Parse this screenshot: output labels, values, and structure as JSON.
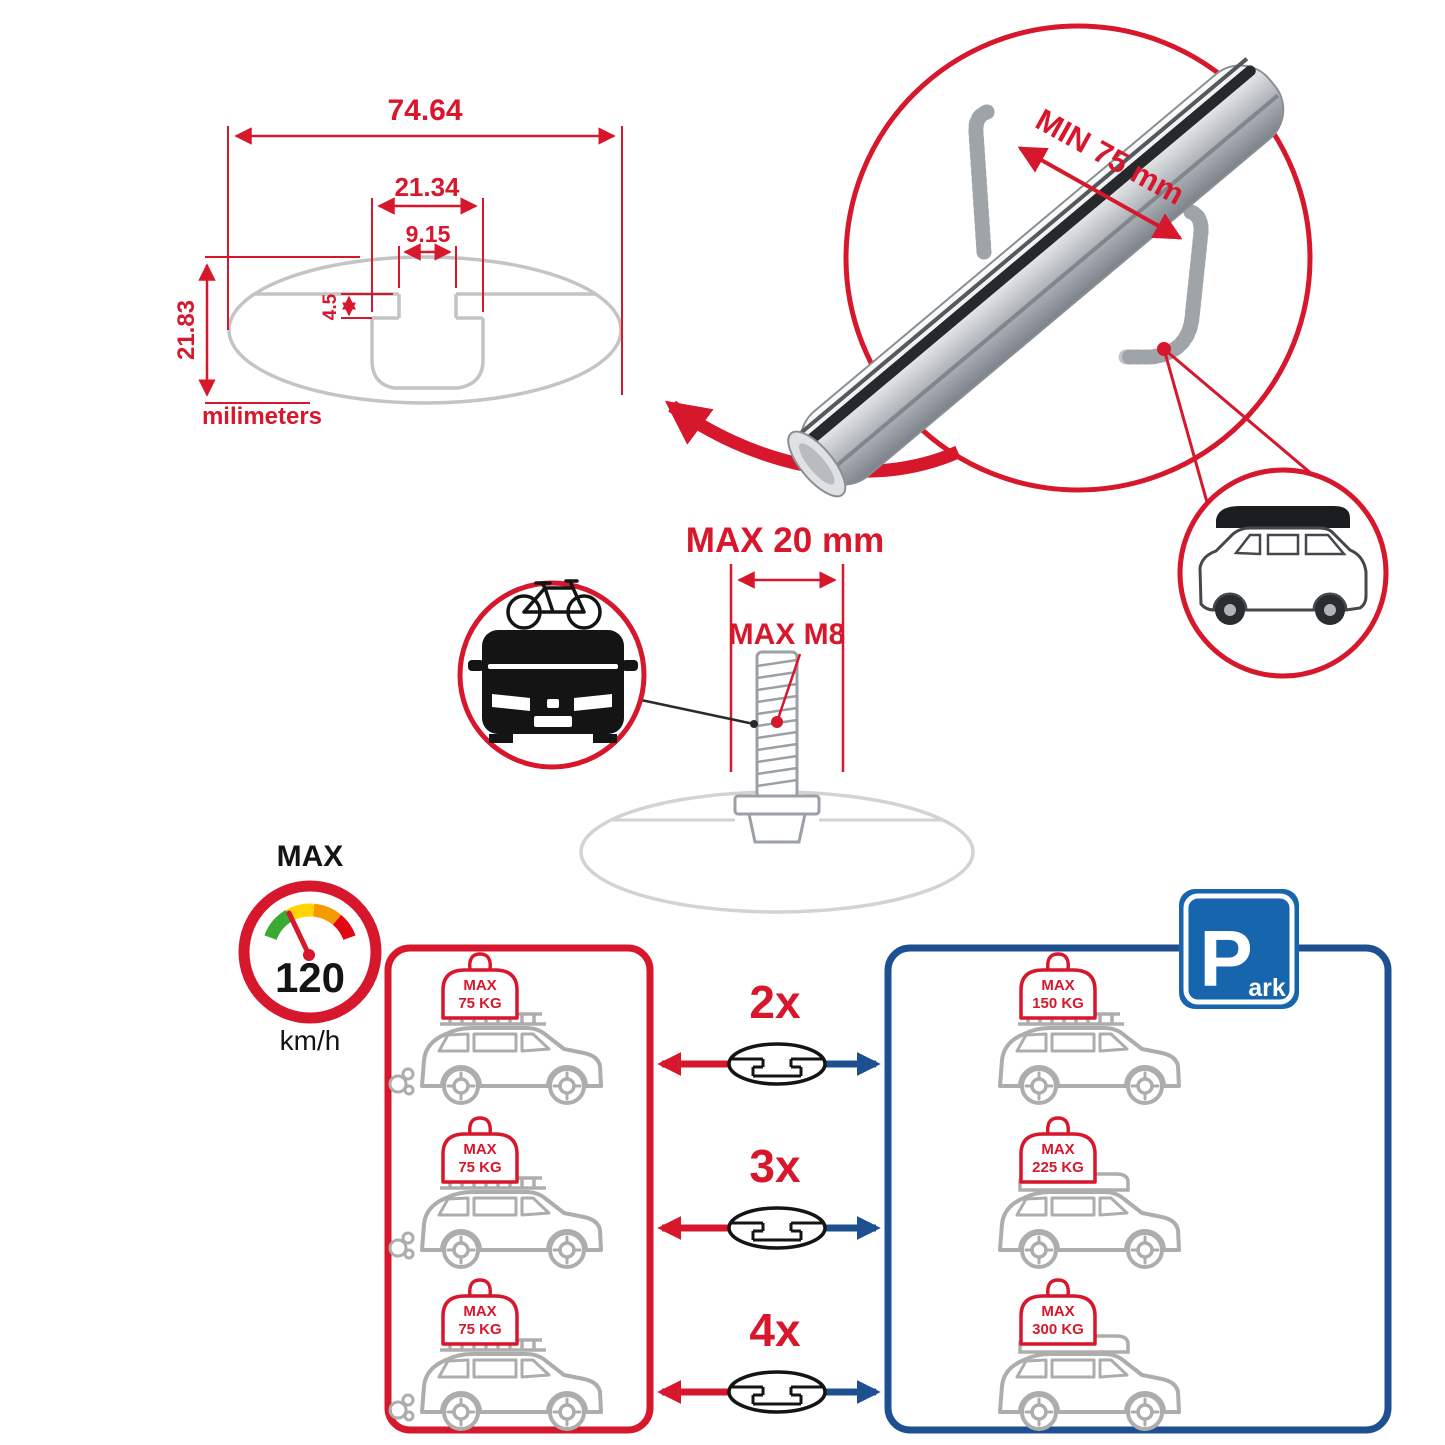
{
  "palette": {
    "red": "#d6172c",
    "blue": "#1d4f91",
    "sign_blue": "#1766ad",
    "gray_line": "#c4c4c4",
    "car_gray": "#adadad",
    "black": "#141414"
  },
  "profile_diagram": {
    "dim_total_width": "74.64",
    "dim_cavity_width": "21.34",
    "dim_slot_width": "9.15",
    "dim_slot_depth": "4.5",
    "dim_total_height": "21.83",
    "units_label": "milimeters"
  },
  "bar_closeup": {
    "min_span_label": "MIN 75 mm"
  },
  "bolt_diagram": {
    "max_width_label": "MAX 20 mm",
    "max_thread_label": "MAX M8"
  },
  "speed_gauge": {
    "title": "MAX",
    "value": "120",
    "unit": "km/h"
  },
  "parking_sign": {
    "letter": "P",
    "suffix": "ark"
  },
  "driving_panel": {
    "cars": [
      {
        "tag_title": "MAX",
        "tag_weight": "75 KG"
      },
      {
        "tag_title": "MAX",
        "tag_weight": "75 KG"
      },
      {
        "tag_title": "MAX",
        "tag_weight": "75 KG"
      }
    ]
  },
  "parked_panel": {
    "cars": [
      {
        "tag_title": "MAX",
        "tag_weight": "150 KG"
      },
      {
        "tag_title": "MAX",
        "tag_weight": "225 KG"
      },
      {
        "tag_title": "MAX",
        "tag_weight": "300 KG"
      }
    ]
  },
  "multipliers": [
    {
      "label": "2x"
    },
    {
      "label": "3x"
    },
    {
      "label": "4x"
    }
  ]
}
